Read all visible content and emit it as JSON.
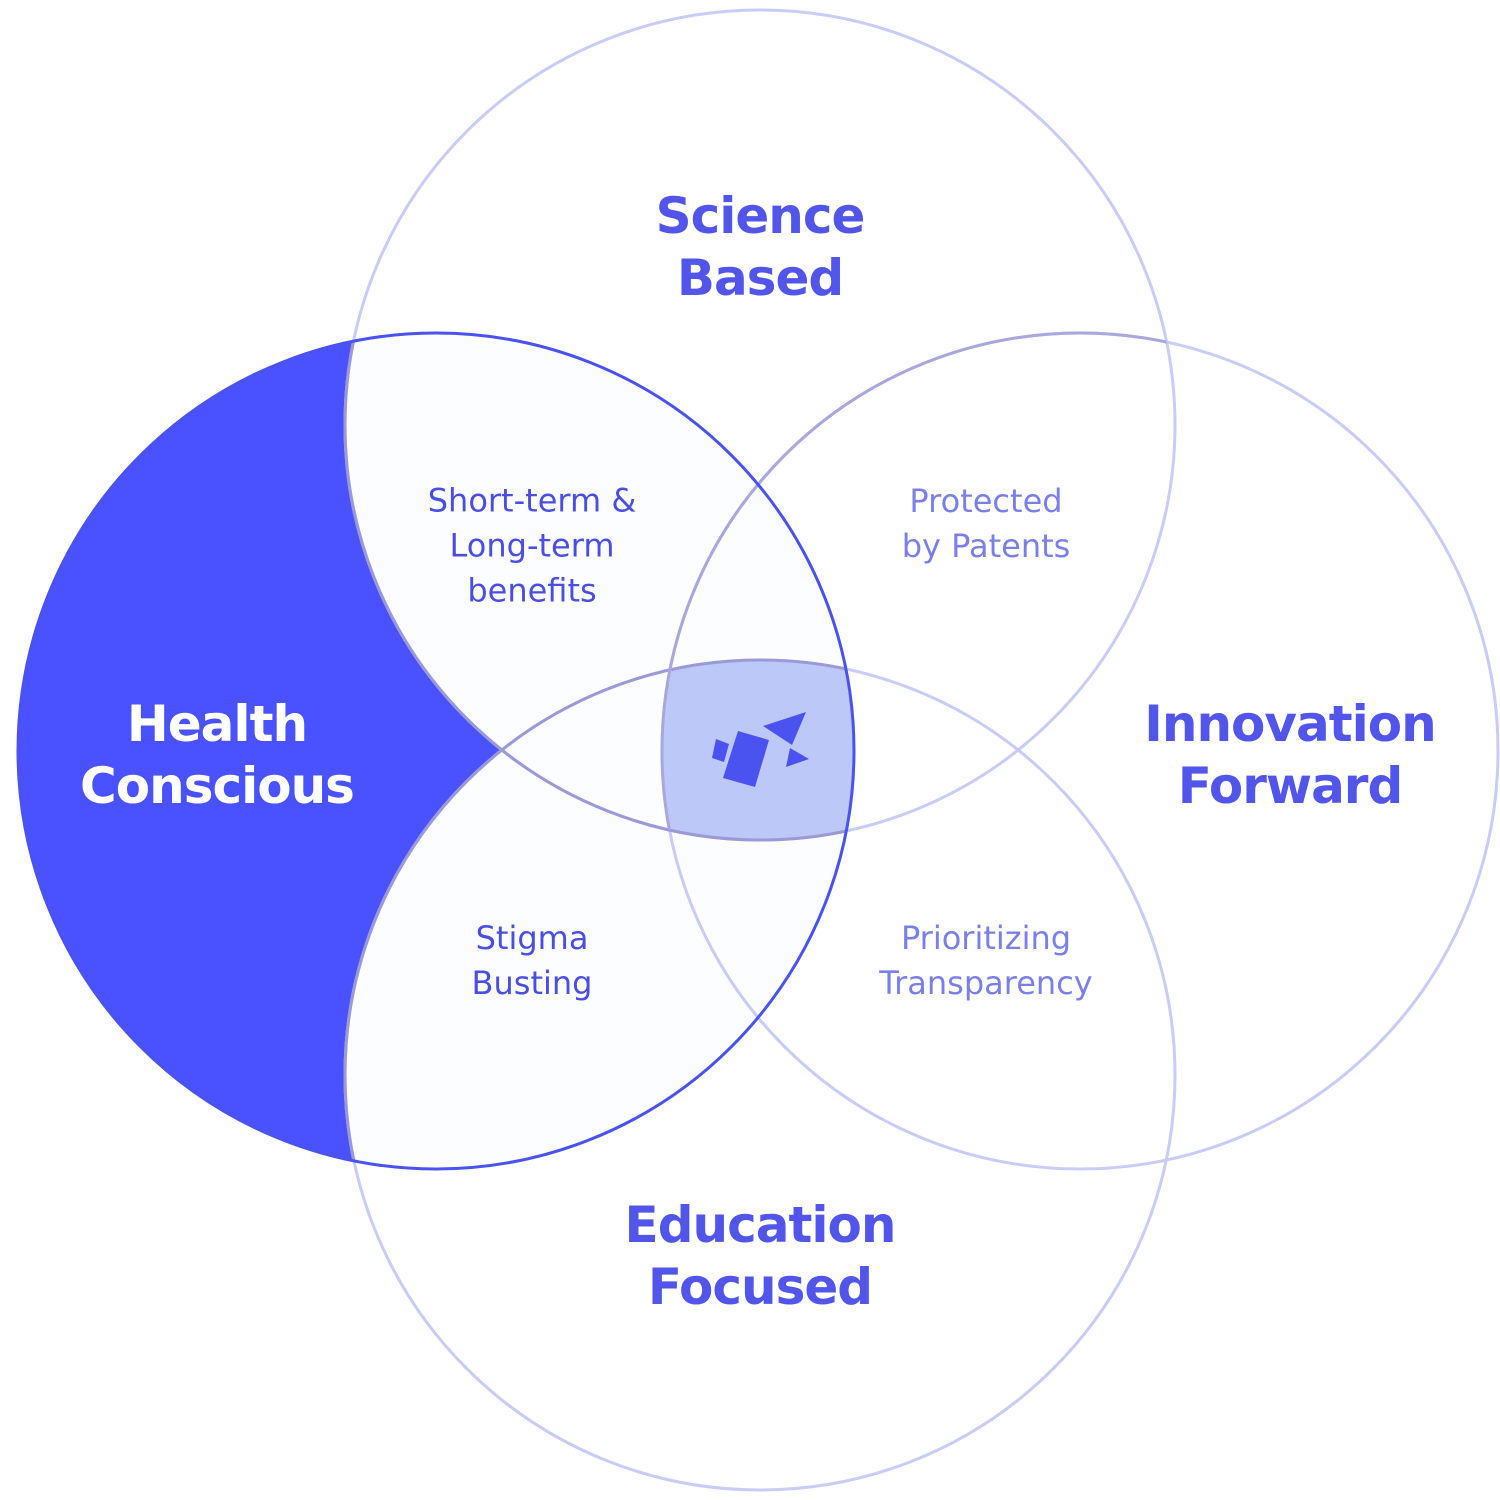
{
  "colors": {
    "accent": "#4a52ff",
    "center": "#bcc8f8",
    "outline": "#c8ccf6",
    "label": "#5155ea"
  },
  "circles": {
    "science": {
      "line1": "Science",
      "line2": "Based"
    },
    "health": {
      "line1": "Health",
      "line2": "Conscious"
    },
    "innovation": {
      "line1": "Innovation",
      "line2": "Forward"
    },
    "education": {
      "line1": "Education",
      "line2": "Focused"
    }
  },
  "overlaps": {
    "science_health": {
      "line1": "Short-term &",
      "line2": "Long-term",
      "line3": "benefits"
    },
    "science_innovation": {
      "line1": "Protected",
      "line2": "by Patents"
    },
    "health_education": {
      "line1": "Stigma",
      "line2": "Busting"
    },
    "innovation_education": {
      "line1": "Prioritizing",
      "line2": "Transparency"
    }
  },
  "center": {
    "icon": "brand-logo-icon"
  }
}
